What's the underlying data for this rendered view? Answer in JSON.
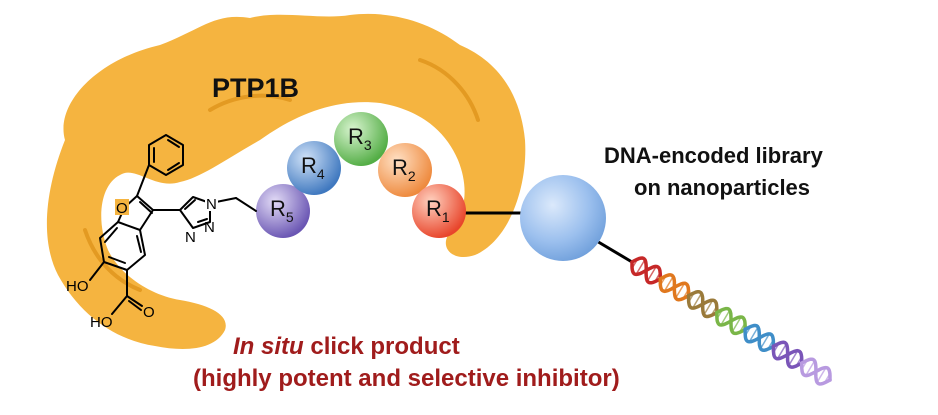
{
  "protein": {
    "name": "PTP1B",
    "color": "#f5b440"
  },
  "library": {
    "line1": "DNA-encoded library",
    "line2": "on nanoparticles",
    "nanoparticle_color": "#8eb8ec"
  },
  "residues": [
    {
      "letter": "R",
      "sub": "1",
      "color": "#ec5b3f"
    },
    {
      "letter": "R",
      "sub": "2",
      "color": "#f09a5a"
    },
    {
      "letter": "R",
      "sub": "3",
      "color": "#6bbf5e"
    },
    {
      "letter": "R",
      "sub": "4",
      "color": "#4e86c8"
    },
    {
      "letter": "R",
      "sub": "5",
      "color": "#7a68be"
    }
  ],
  "molecule": {
    "atom_O_ring": "O",
    "atom_N1": "N",
    "atom_N2": "N",
    "atom_N3": "N",
    "ho_label": "HO",
    "acid_ho_label": "HO",
    "acid_o_label": "O"
  },
  "caption": {
    "italic": "In situ",
    "rest": " click product",
    "line2": "(highly potent and selective inhibitor)",
    "color": "#a01c1c"
  },
  "dna_colors": [
    "#c62828",
    "#e0781e",
    "#9a7a3a",
    "#7ab648",
    "#3f8ec8",
    "#7a55b8",
    "#b89ae0"
  ]
}
